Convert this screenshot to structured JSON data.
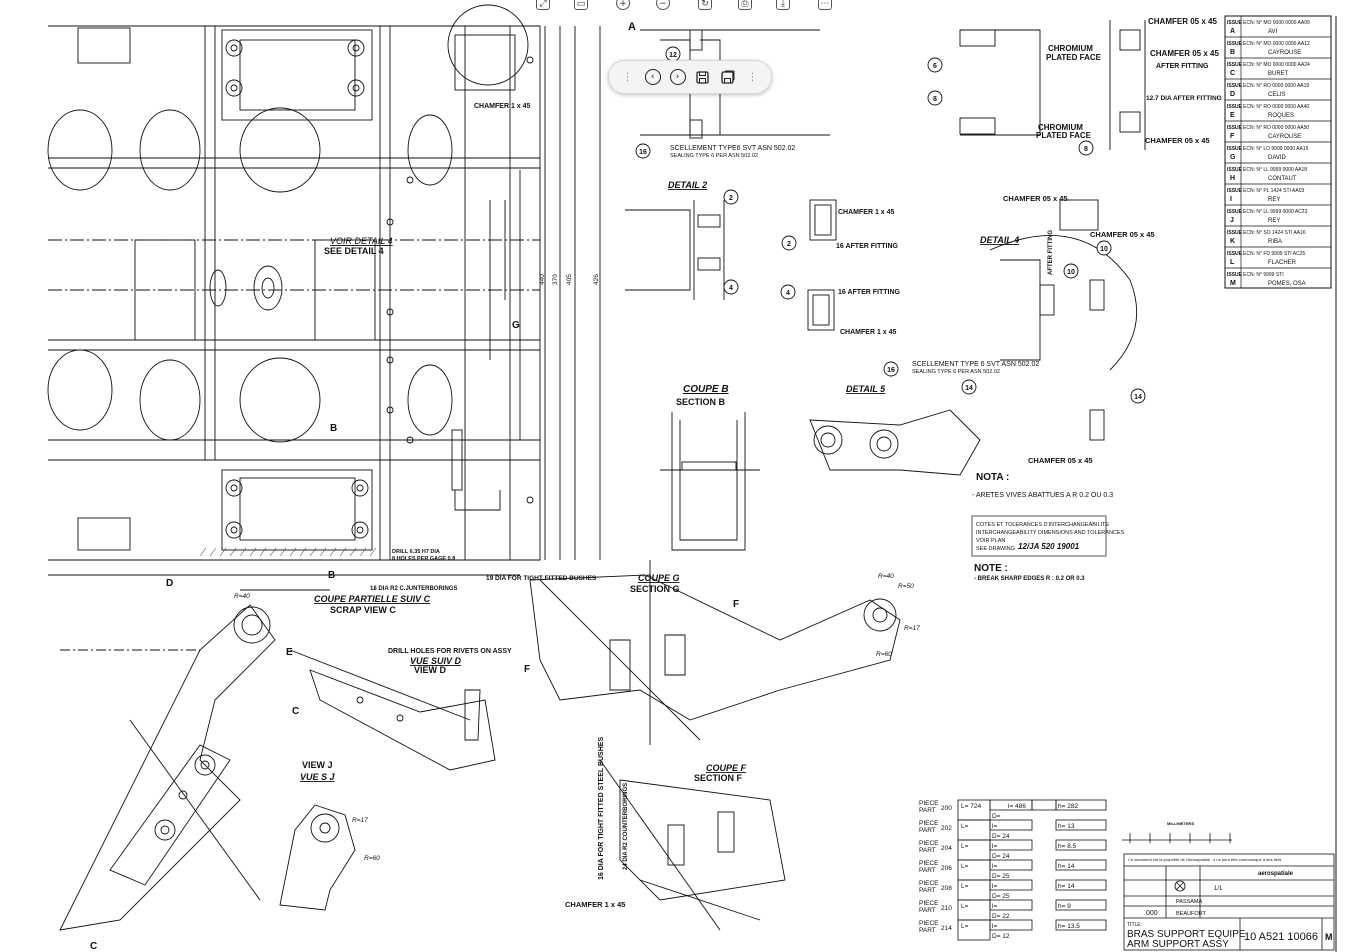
{
  "toolbar": {
    "prev_icon": "‹",
    "next_icon": "›",
    "grip": "⋮"
  },
  "labels": {
    "chamfer_05_top": "CHAMFER 05 x 45",
    "chromium_plated_top": "CHROMIUM",
    "plated_face_top": "PLATED FACE",
    "chamfer_05_b": "CHAMFER 05 x 45",
    "after_fitting": "AFTER FITTING",
    "dia_after_fitting": "12.7 DIA AFTER FITTING",
    "chromium_plated_mid": "CHROMIUM",
    "plated_face_mid": "PLATED FACE",
    "chamfer_05_c": "CHAMFER 05 x 45",
    "chamfer_1x45_top": "CHAMFER 1 x 45",
    "sealing_a": "SCELLEMENT TYPE6 SVT ASN 502.02",
    "sealing_a2": "SEALING TYPE 6 PER ASN 502.02",
    "detail2": "DETAIL 2",
    "chamfer_1x45_b": "CHAMFER 1 x 45",
    "after_fitting_16": "16 AFTER FITTING",
    "after_fitting_16b": "16 AFTER FITTING",
    "chamfer_1x45_c": "CHAMFER 1 x 45",
    "detail4": "DETAIL 4",
    "chamfer_05_d": "CHAMFER 05 x 45",
    "chamfer_05_e": "CHAMFER 05 x 45",
    "after_fitting_v": "AFTER FITTING",
    "voir_detail4": "VOIR DETAIL 4",
    "see_detail4": "SEE DETAIL 4",
    "coupe_b": "COUPE B",
    "section_b": "SECTION B",
    "sealing_b": "SCELLEMENT TYPE 6 SVT ASN 502.02",
    "sealing_b2": "SEALING TYPE 6 PER ASN 502.02",
    "detail5": "DETAIL 5",
    "chamfer_05_f": "CHAMFER 05 x 45",
    "nota": "NOTA :",
    "nota_text": "- ARETES VIVES ABATTUES A R 0.2 OU 0.3",
    "cotes1": "COTES ET TOLERANCES D'INTERCHANGEABILITE",
    "cotes2": "INTERCHANGEABILITY DIMENSIONS AND TOLERANCES",
    "cotes3": "VOIR PLAN",
    "cotes4": "SEE DRAWING",
    "cotes_ref": "12/JA 520 19001",
    "note": "NOTE :",
    "note_text": "- BREAK SHARP EDGES R : 0.2 OR 0.3",
    "drill_a": "DRILL 6.35 H7 DIA",
    "drill_b": "8 HOLES PER GAGE 0.8",
    "counterb": "18 DIA R2 C.JUNTERBORINGS",
    "dia19": "19 DIA FOR TIGHT FITTED BUSHES",
    "coupe_partielle": "COUPE PARTIELLE SUIV C",
    "scrap_view_c": "SCRAP VIEW C",
    "drill_rivets": "DRILL HOLES FOR RIVETS ON ASSY",
    "vue_d": "VUE SUIV D",
    "view_d": "VIEW D",
    "coupe_g": "COUPE G",
    "section_g": "SECTION G",
    "view_j": "VIEW J",
    "vue_j": "VUE S J",
    "coupe_f": "COUPE F",
    "section_f": "SECTION F",
    "chamfer_1x45_d": "CHAMFER 1 x 45",
    "bushes_v1": "16 DIA FOR TIGHT FITTED STEEL BUSHES",
    "bushes_v2": "24 DIA R2 COUNTERBORINGS",
    "dim_426": "426",
    "dim_405": "405",
    "dim_370": "370",
    "dim_440": "440",
    "letter_a": "A",
    "letter_b1": "B",
    "letter_b2": "B",
    "letter_g": "G",
    "letter_d": "D",
    "letter_e": "E",
    "letter_c1": "C",
    "letter_c2": "C",
    "letter_f1": "F",
    "letter_f2": "F",
    "balloons": [
      "12",
      "6",
      "8",
      "8",
      "2",
      "2",
      "4",
      "4",
      "16",
      "16",
      "10",
      "10",
      "14",
      "14"
    ],
    "radius_labels": [
      "R=40",
      "R=50",
      "R=17",
      "R=60",
      "R=40",
      "R=60",
      "R=17"
    ]
  },
  "parts_table": {
    "rows": [
      {
        "piece": "PIECE",
        "part": "PART",
        "num": "200",
        "l": "L= 724",
        "i": "l= 486",
        "h": "h= 282",
        "d": "D="
      },
      {
        "piece": "PIECE",
        "part": "PART",
        "num": "202",
        "l": "L=",
        "i": "l=",
        "h": "h= 13",
        "d": "D= 24"
      },
      {
        "piece": "PIECE",
        "part": "PART",
        "num": "204",
        "l": "L=",
        "i": "l=",
        "h": "h= 8.5",
        "d": "D= 24"
      },
      {
        "piece": "PIECE",
        "part": "PART",
        "num": "206",
        "l": "L=",
        "i": "l=",
        "h": "h= 14",
        "d": "D= 25"
      },
      {
        "piece": "PIECE",
        "part": "PART",
        "num": "208",
        "l": "L=",
        "i": "l=",
        "h": "h= 14",
        "d": "D= 25"
      },
      {
        "piece": "PIECE",
        "part": "PART",
        "num": "210",
        "l": "L=",
        "i": "l=",
        "h": "h= 9",
        "d": "D= 22"
      },
      {
        "piece": "PIECE",
        "part": "PART",
        "num": "214",
        "l": "L=",
        "i": "l=",
        "h": "h= 13.5",
        "d": "D= 12"
      }
    ]
  },
  "revisions": {
    "rows": [
      {
        "issue": "ISSUE",
        "letter": "A",
        "ecn": "ECN: N° MO 0000 0000 AA09",
        "name": "AVI"
      },
      {
        "issue": "ISSUE",
        "letter": "B",
        "ecn": "ECN: N° MO 0000 0000 AA12",
        "name": "CAYROUSE"
      },
      {
        "issue": "ISSUE",
        "letter": "C",
        "ecn": "ECN: N° MO 0000 0000 AA24",
        "name": "BURET"
      },
      {
        "issue": "ISSUE",
        "letter": "D",
        "ecn": "ECN: N° RO 0000 0000 AA19",
        "name": "CELIS"
      },
      {
        "issue": "ISSUE",
        "letter": "E",
        "ecn": "ECN: N° RO 0000 0000 AA40",
        "name": "ROQUES"
      },
      {
        "issue": "ISSUE",
        "letter": "F",
        "ecn": "ECN: N° RO 0000 0000 AA50",
        "name": "CAYROUSE"
      },
      {
        "issue": "ISSUE",
        "letter": "G",
        "ecn": "ECN: N° LO 9999 0000 AA15",
        "name": "DAVID"
      },
      {
        "issue": "ISSUE",
        "letter": "H",
        "ecn": "ECN: N° LL 9999 0000 AA18",
        "name": "CONTAUT"
      },
      {
        "issue": "ISSUE",
        "letter": "I",
        "ecn": "ECN: N° PL 1424 STI AA03",
        "name": "REY"
      },
      {
        "issue": "ISSUE",
        "letter": "J",
        "ecn": "ECN: N° LL 9999 0000 AC23",
        "name": "REY"
      },
      {
        "issue": "ISSUE",
        "letter": "K",
        "ecn": "ECN: N° SO 1424 STI AA16",
        "name": "RIBA"
      },
      {
        "issue": "ISSUE",
        "letter": "L",
        "ecn": "ECN: N° FD 9999 STI AC25",
        "name": "FLACHER"
      },
      {
        "issue": "ISSUE",
        "letter": "M",
        "ecn": "ECN: N° 9999 STI",
        "name": "POMES, OSA"
      }
    ]
  },
  "title_block": {
    "ownership": "Ce document est la propriété de l'Aerospatiale - il ne peut être communiqué à des tiers",
    "company": "aerospatiale",
    "des": "PASSAMA",
    "chk": "BEAUFORT",
    "num": "000",
    "scale": "1/1",
    "title_fr": "BRAS SUPPORT EQUIPE",
    "title_en": "ARM SUPPORT ASSY",
    "title_label": "TITLE:",
    "drawing_no": "10 A521 10066",
    "issue_letter": "M",
    "millimeters": "MILLIMETERS"
  }
}
